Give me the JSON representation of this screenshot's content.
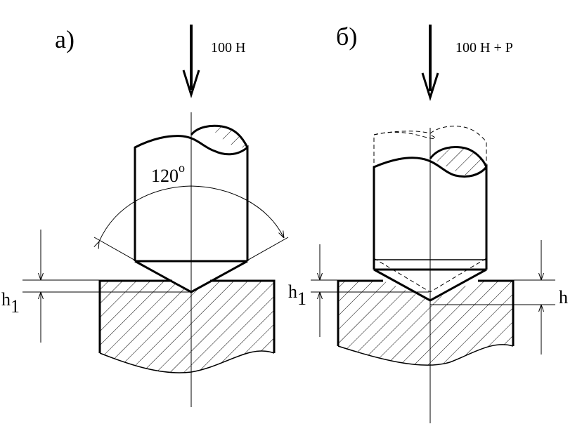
{
  "panel_a": {
    "label": "а)",
    "force": "100 Н",
    "angle_value": "120",
    "angle_unit": "о",
    "depth_main": "h",
    "depth_sub": "1"
  },
  "panel_b": {
    "label": "б)",
    "force": "100 Н + Р",
    "depth_main": "h",
    "depth_sub": "1",
    "depth_total": "h"
  },
  "colors": {
    "stroke": "#000000",
    "background": "#ffffff"
  }
}
